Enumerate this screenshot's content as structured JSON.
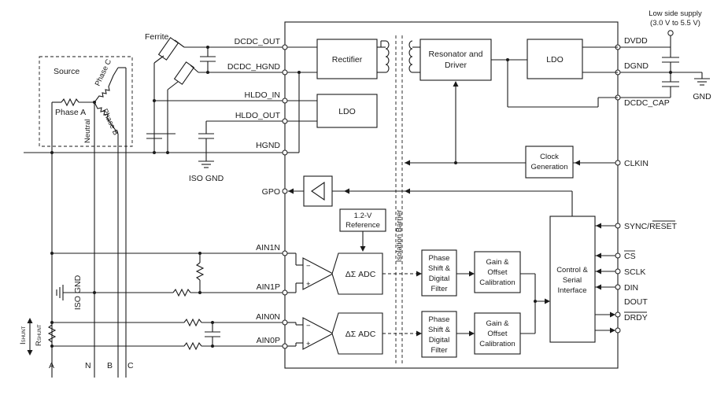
{
  "supply": {
    "line1": "Low side supply",
    "line2": "(3.0 V to 5.5 V)"
  },
  "left": {
    "ferrite": "Ferrite",
    "source": "Source",
    "phase_a": "Phase A",
    "phase_b": "Phase B",
    "phase_c": "Phase C",
    "neutral": "Neutral",
    "iso_gnd_top": "ISO GND",
    "iso_gnd_bottom": "ISO GND",
    "i_shunt": "I",
    "i_shunt_sub": "SHUNT",
    "r_shunt": "R",
    "r_shunt_sub": "SHUNT",
    "bottom_labels": [
      "A",
      "N",
      "B",
      "C"
    ]
  },
  "pins_left": {
    "dcdc_out": "DCDC_OUT",
    "dcdc_hgnd": "DCDC_HGND",
    "hldo_in": "HLDO_IN",
    "hldo_out": "HLDO_OUT",
    "hgnd": "HGND",
    "gpo": "GPO",
    "ain1n": "AIN1N",
    "ain1p": "AIN1P",
    "ain0n": "AIN0N",
    "ain0p": "AIN0P"
  },
  "pins_right": {
    "dvdd": "DVDD",
    "dgnd": "DGND",
    "dcdc_cap": "DCDC_CAP",
    "clkin": "CLKIN",
    "sync_reset": "SYNC/RESET",
    "cs": "CS",
    "sclk": "SCLK",
    "din": "DIN",
    "dout": "DOUT",
    "drdy": "DRDY",
    "gnd": "GND"
  },
  "blocks": {
    "rectifier": "Rectifier",
    "resonator_1": "Resonator and",
    "resonator_2": "Driver",
    "ldo_right": "LDO",
    "ldo_left": "LDO",
    "clock_1": "Clock",
    "clock_2": "Generation",
    "isolation_barrier": "Isolation Barrier",
    "reference_1": "1.2-V",
    "reference_2": "Reference",
    "adc_1": "ΔΣ ADC",
    "adc_0": "ΔΣ ADC",
    "phase_shift": [
      "Phase",
      "Shift &",
      "Digital",
      "Filter"
    ],
    "gain_offset": [
      "Gain &",
      "Offset",
      "Calibration"
    ],
    "control": [
      "Control &",
      "Serial",
      "Interface"
    ]
  }
}
